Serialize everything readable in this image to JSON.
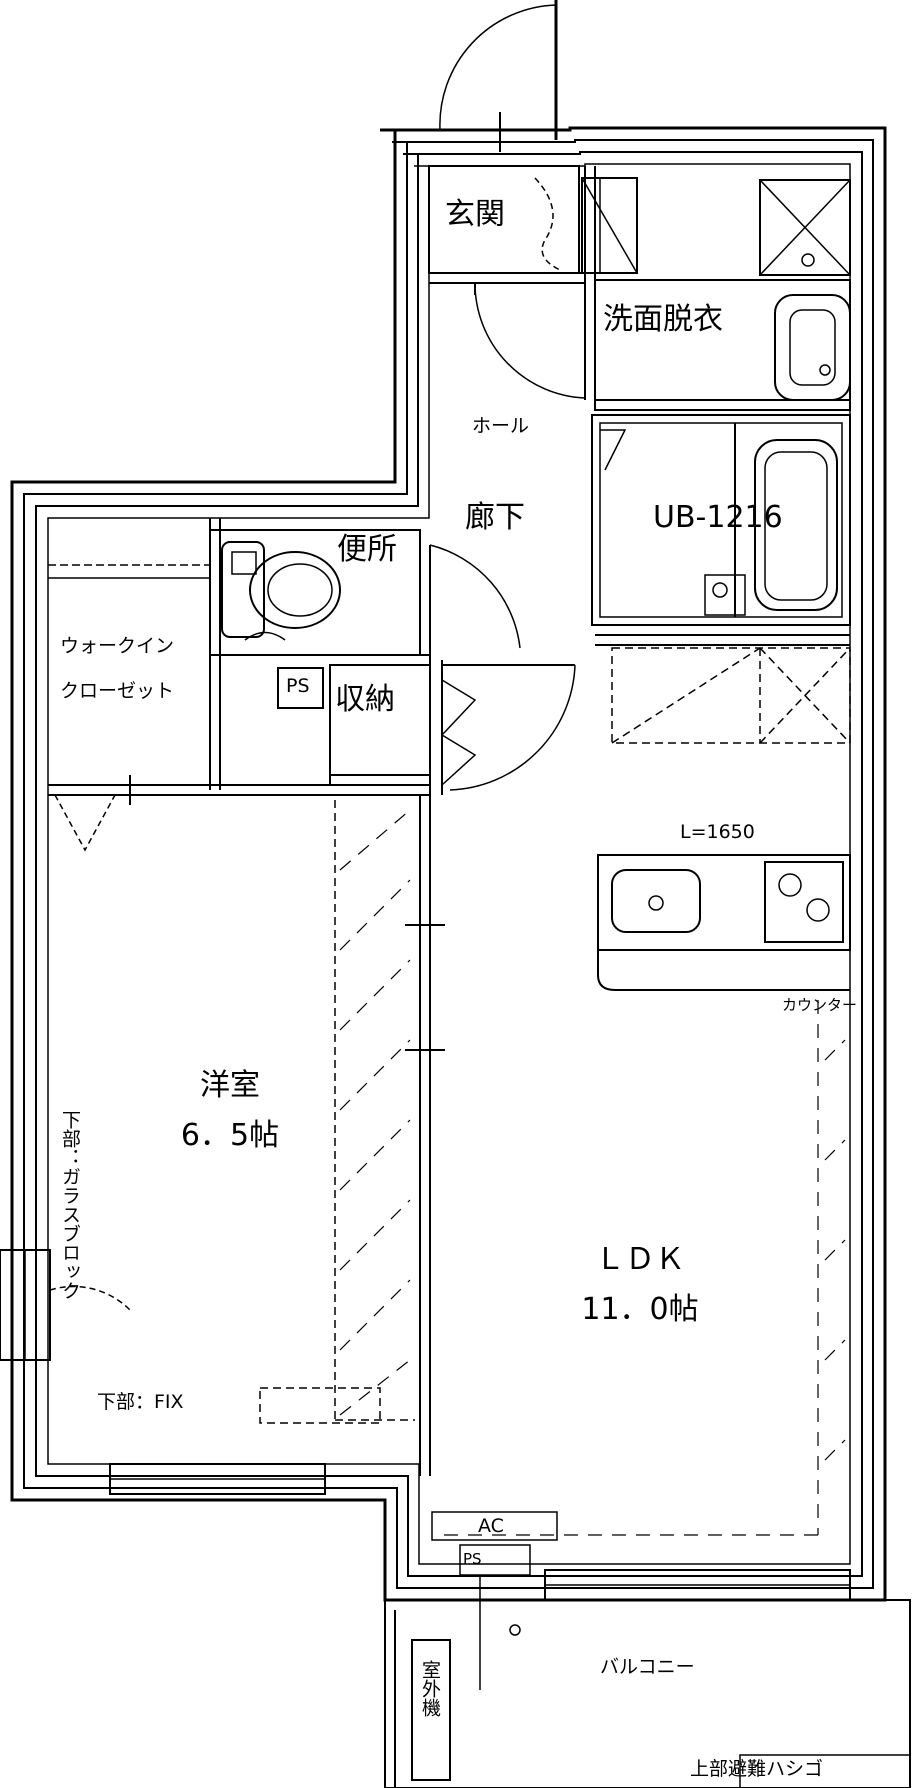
{
  "labels": {
    "genkan": "玄関",
    "senmen": "洗面脱衣",
    "hall": "ホール",
    "rouka": "廊下",
    "ub": "UB-1216",
    "benjo": "便所",
    "wic_1": "ウォークイン",
    "wic_2": "クローゼット",
    "ps_top": "PS",
    "shuno": "収納",
    "kitchen_len": "L=1650",
    "counter": "カウンター",
    "youshitsu_name": "洋室",
    "youshitsu_size": "6．5帖",
    "glass_block": "下部：ガラスブロック",
    "lower_fix": "下部：FIX",
    "ldk_name": "ＬＤＫ",
    "ldk_size": "11．0帖",
    "ac": "AC",
    "ps_bottom": "PS",
    "balcony": "バルコニー",
    "outdoor_unit": "室外機",
    "escape_ladder": "上部避難ハシゴ"
  }
}
